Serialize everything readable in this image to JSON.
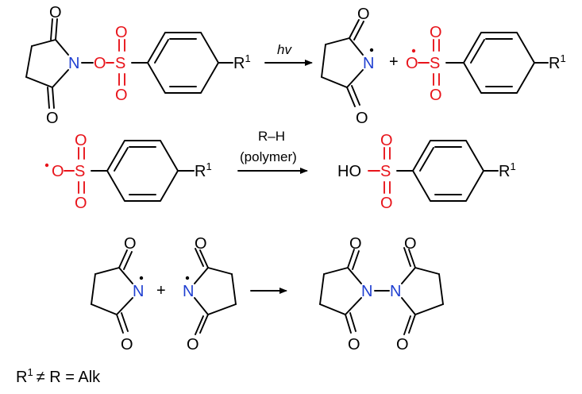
{
  "colors": {
    "sulfonyl": "#e8141b",
    "nitrogen": "#1f3fd1",
    "default": "#000000"
  },
  "atoms": {
    "oxygen": "O",
    "nitrogen": "N",
    "sulfur": "S",
    "substituent": "R",
    "superscript": "1",
    "hydroxyl": "HO",
    "plus": "+"
  },
  "reactions": [
    {
      "condition_above": "hv",
      "condition_below": ""
    },
    {
      "condition_above": "R–H",
      "condition_below": "(polymer)"
    },
    {
      "condition_above": "",
      "condition_below": ""
    }
  ],
  "footnote": {
    "r_symbol": "R",
    "r_superscript": "1",
    "relation": "≠ R = Alk"
  }
}
